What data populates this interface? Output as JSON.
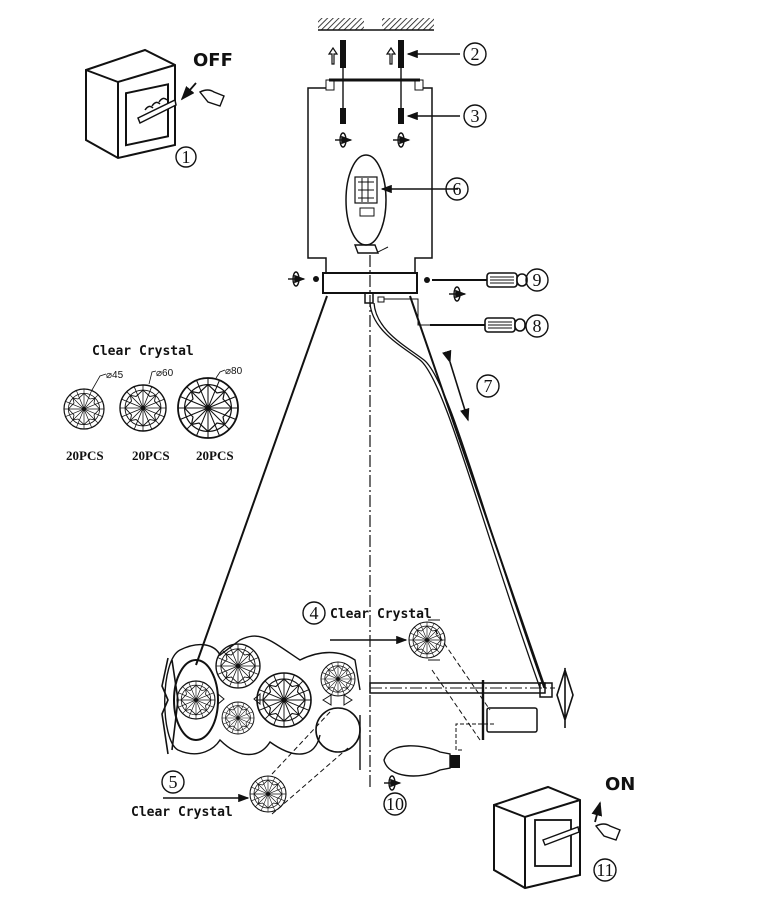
{
  "diagram": {
    "title": "Crystal chandelier installation steps",
    "switch_off": {
      "label": "OFF",
      "step": "1"
    },
    "switch_on": {
      "label": "ON",
      "step": "11"
    },
    "steps": {
      "s2": "2",
      "s3": "3",
      "s4": "4",
      "s5": "5",
      "s6": "6",
      "s7": "7",
      "s8": "8",
      "s9": "9",
      "s10": "10"
    },
    "crystal_legend": {
      "title": "Clear Crystal",
      "items": [
        {
          "diameter": "⌀45",
          "qty": "20PCS"
        },
        {
          "diameter": "⌀60",
          "qty": "20PCS"
        },
        {
          "diameter": "⌀80",
          "qty": "20PCS"
        }
      ]
    },
    "callout_4_label": "Clear Crystal",
    "callout_5_label": "Clear Crystal",
    "colors": {
      "line": "#111111",
      "background": "#ffffff"
    }
  }
}
